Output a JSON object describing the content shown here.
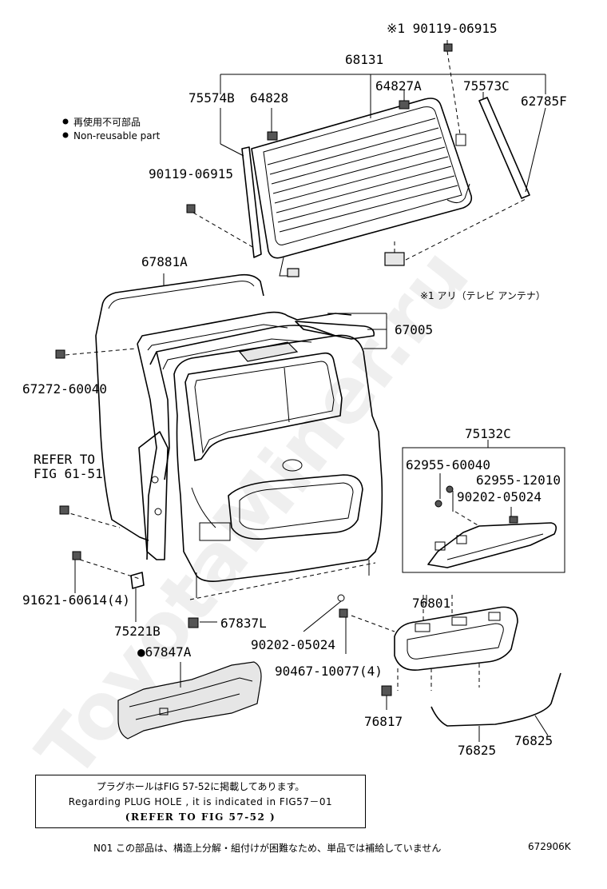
{
  "watermark": "ToyotaMiner.ru",
  "legend": {
    "jp": "再使用不可部品",
    "en": "Non-reusable part"
  },
  "antenna_note": "※1  アリ（テレビ  アンテナ）",
  "callouts": {
    "p90119_06915_a": "※1 90119-06915",
    "p68131": "68131",
    "p75574B": "75574B",
    "p64828": "64828",
    "p64827A": "64827A",
    "p75573C": "75573C",
    "p62785F": "62785F",
    "p90119_06915_b": "90119-06915",
    "p67881A": "67881A",
    "p67005": "67005",
    "p67272_60040": "67272-60040",
    "refer_to": "REFER TO",
    "fig_61_51": "FIG 61-51",
    "p75132C": "75132C",
    "p62955_60040": "62955-60040",
    "p62955_12010": "62955-12010",
    "p90202_05024_a": "90202-05024",
    "p91621_60614": "91621-60614(4)",
    "p75221B": "75221B",
    "p67837L": "67837L",
    "p76801": "76801",
    "p90202_05024_b": "90202-05024",
    "p90467_10077": "90467-10077(4)",
    "p67847A": "●67847A",
    "p76817": "76817",
    "p76825_a": "76825",
    "p76825_b": "76825"
  },
  "note_box": {
    "jp": "プラグホールはFIG 57-52に掲載してあります。",
    "en": "Regarding PLUG HOLE , it is indicated in FIG57－01",
    "ref": "(REFER TO FIG   57-52 )"
  },
  "footer_note": "N01  この部品は、構造上分解・組付けが困難なため、単品では補給していません",
  "diagram_code": "672906K"
}
